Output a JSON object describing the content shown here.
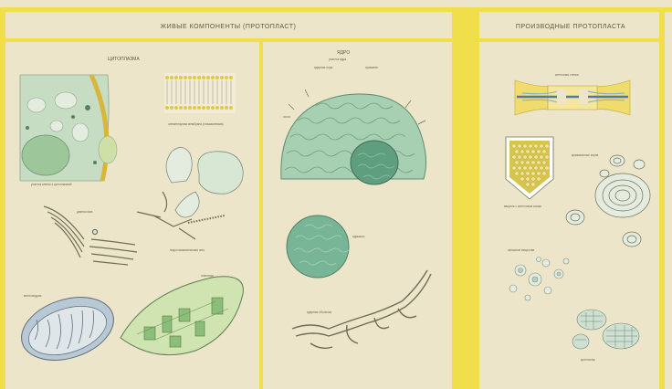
{
  "left_panel": {
    "title": "ЖИВЫЕ КОМПОНЕНТЫ (ПРОТОПЛАСТ)",
    "cytoplasm": {
      "heading": "ЦИТОПЛАЗМА",
      "cell_caption": "участок клетки с цитоплазмой",
      "membrane_caption": "элементарная мембрана (плазмалемма)",
      "dictyosome_caption": "диктиосома",
      "er_caption": "эндоплазматическая сеть",
      "mitochondrion_caption": "митохондрия",
      "plastid_caption": "пластида"
    },
    "nucleus": {
      "heading": "ЯДРО",
      "subheading": "участок ядра",
      "pore_caption": "ядерная пора",
      "nucleolus_caption": "ядрышко",
      "chromatin_caption": "хроматин",
      "envelope_caption": "ядерная оболочка"
    }
  },
  "right_panel": {
    "title": "ПРОИЗВОДНЫЕ ПРОТОПЛАСТА",
    "wall_caption": "клеточная стенка",
    "vacuole_caption": "вакуоль с клеточным соком",
    "starch_caption": "крахмальные зерна",
    "reserve_caption": "запасные вещества",
    "crystals_caption": "кристаллы"
  },
  "colors": {
    "background": "#ece5c9",
    "band": "#f0df4a",
    "cell_green": "#a9cfa6",
    "dark_green": "#5b9a74",
    "yellow": "#e8d34a",
    "blue": "#7ea7c7"
  }
}
